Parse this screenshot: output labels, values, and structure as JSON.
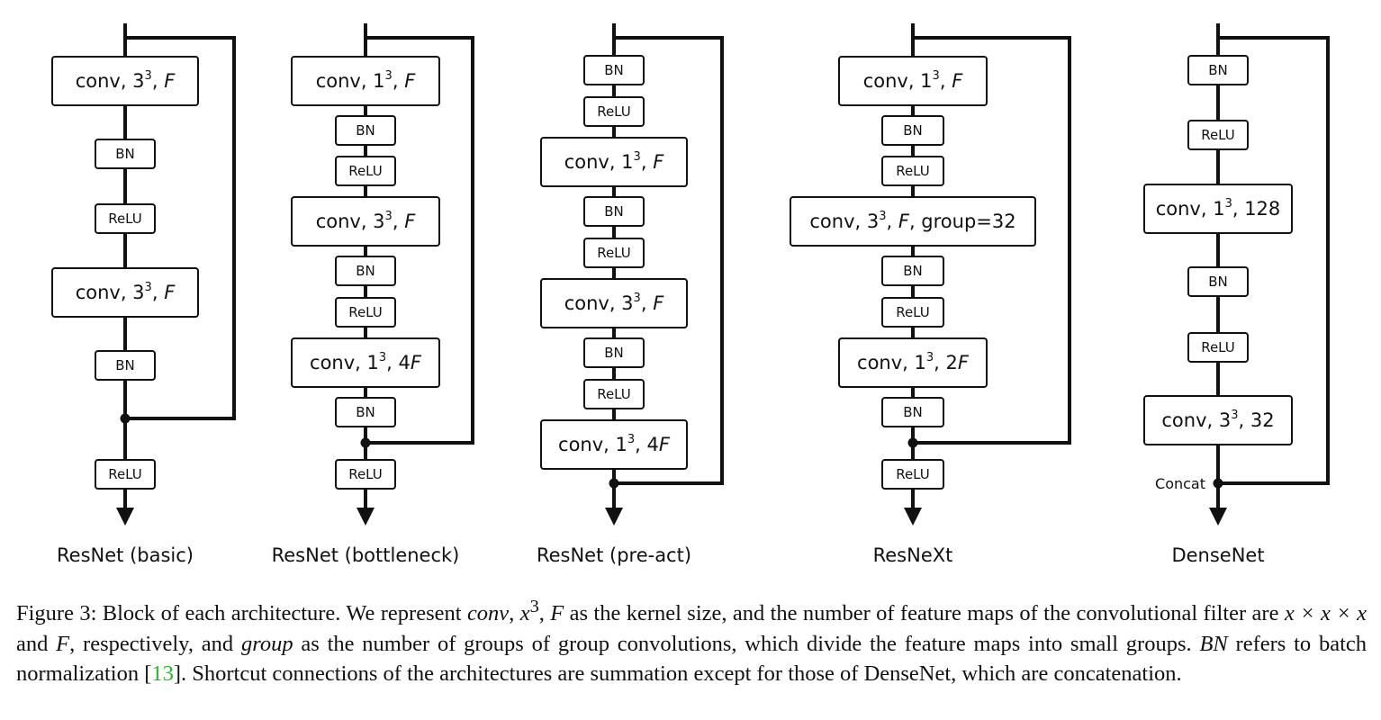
{
  "diagrams": [
    {
      "title": "ResNet (basic)",
      "nodes": [
        {
          "type": "conv",
          "text": "conv, 3",
          "sup": "3",
          "tail": ", ",
          "var": "F"
        },
        {
          "type": "op",
          "text": "BN"
        },
        {
          "type": "op",
          "text": "ReLU"
        },
        {
          "type": "conv",
          "text": "conv, 3",
          "sup": "3",
          "tail": ", ",
          "var": "F"
        },
        {
          "type": "op",
          "text": "BN"
        },
        {
          "type": "op",
          "text": "ReLU"
        }
      ]
    },
    {
      "title": "ResNet (bottleneck)",
      "nodes": [
        {
          "type": "conv",
          "text": "conv, 1",
          "sup": "3",
          "tail": ", ",
          "var": "F"
        },
        {
          "type": "op",
          "text": "BN"
        },
        {
          "type": "op",
          "text": "ReLU"
        },
        {
          "type": "conv",
          "text": "conv, 3",
          "sup": "3",
          "tail": ", ",
          "var": "F"
        },
        {
          "type": "op",
          "text": "BN"
        },
        {
          "type": "op",
          "text": "ReLU"
        },
        {
          "type": "conv",
          "text": "conv, 1",
          "sup": "3",
          "tail": ", 4",
          "var": "F"
        },
        {
          "type": "op",
          "text": "BN"
        },
        {
          "type": "op",
          "text": "ReLU"
        }
      ]
    },
    {
      "title": "ResNet (pre-act)",
      "nodes": [
        {
          "type": "op",
          "text": "BN"
        },
        {
          "type": "op",
          "text": "ReLU"
        },
        {
          "type": "conv",
          "text": "conv, 1",
          "sup": "3",
          "tail": ", ",
          "var": "F"
        },
        {
          "type": "op",
          "text": "BN"
        },
        {
          "type": "op",
          "text": "ReLU"
        },
        {
          "type": "conv",
          "text": "conv, 3",
          "sup": "3",
          "tail": ", ",
          "var": "F"
        },
        {
          "type": "op",
          "text": "BN"
        },
        {
          "type": "op",
          "text": "ReLU"
        },
        {
          "type": "conv",
          "text": "conv, 1",
          "sup": "3",
          "tail": ", 4",
          "var": "F"
        }
      ]
    },
    {
      "title": "ResNeXt",
      "nodes": [
        {
          "type": "conv",
          "text": "conv, 1",
          "sup": "3",
          "tail": ", ",
          "var": "F"
        },
        {
          "type": "op",
          "text": "BN"
        },
        {
          "type": "op",
          "text": "ReLU"
        },
        {
          "type": "conv",
          "text": "conv, 3",
          "sup": "3",
          "tail": ", ",
          "var": "F",
          "tail2": ", group=32"
        },
        {
          "type": "op",
          "text": "BN"
        },
        {
          "type": "op",
          "text": "ReLU"
        },
        {
          "type": "conv",
          "text": "conv, 1",
          "sup": "3",
          "tail": ", 2",
          "var": "F"
        },
        {
          "type": "op",
          "text": "BN"
        },
        {
          "type": "op",
          "text": "ReLU"
        }
      ]
    },
    {
      "title": "DenseNet",
      "merge_label": "Concat",
      "nodes": [
        {
          "type": "op",
          "text": "BN"
        },
        {
          "type": "op",
          "text": "ReLU"
        },
        {
          "type": "conv",
          "text": "conv, 1",
          "sup": "3",
          "tail": ", 128"
        },
        {
          "type": "op",
          "text": "BN"
        },
        {
          "type": "op",
          "text": "ReLU"
        },
        {
          "type": "conv",
          "text": "conv, 3",
          "sup": "3",
          "tail": ", 32"
        }
      ]
    }
  ],
  "caption": {
    "label": "Figure 3:",
    "s1": "Block of each architecture. We represent",
    "conv": "conv",
    "comma1": ",",
    "x": "x",
    "x_sup": "3",
    "comma2": ",",
    "F": "F",
    "s2": "as the kernel size, and the number of feature maps of the convolutional filter are",
    "xxx": "x × x × x",
    "and": "and",
    "F2": "F",
    "s3": ", respectively, and",
    "group": "group",
    "s4": "as the number of groups of group convolutions, which divide the feature maps into small groups.",
    "bn": "BN",
    "s5": "refers to batch normalization [",
    "ref": "13",
    "s6": "]. Shortcut connections of the architectures are summation except for those of DenseNet, which are concatenation."
  }
}
